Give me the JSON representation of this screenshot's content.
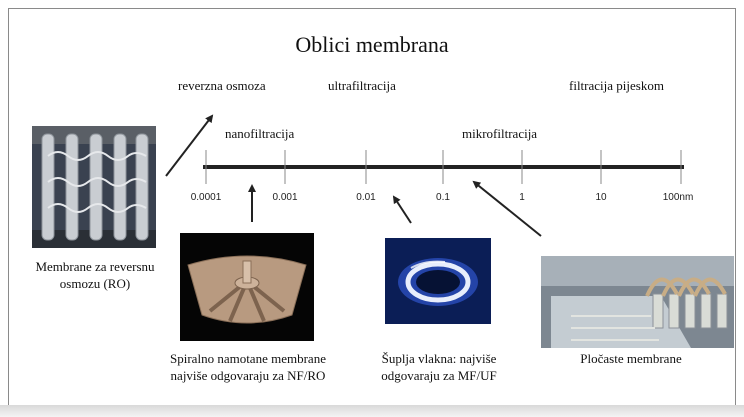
{
  "title": "Oblici membrana",
  "processes": {
    "reverse_osmosis": "reverzna osmoza",
    "ultrafiltration": "ultrafiltracija",
    "sand_filtration": "filtracija pijeskom",
    "nanofiltration": "nanofiltracija",
    "microfiltration": "mikrofiltracija"
  },
  "scale": {
    "ticks": [
      "0.0001",
      "0.001",
      "0.01",
      "0.1",
      "1",
      "10",
      "100nm"
    ]
  },
  "captions": {
    "ro_line1": "Membrane za reversnu",
    "ro_line2": "osmozu (RO)",
    "spiral_line1": "Spiralno namotane membrane",
    "spiral_line2": "najviše odgovaraju za NF/RO",
    "hollow_line1": "Šuplja vlakna: najviše",
    "hollow_line2": "odgovaraju za MF/UF",
    "plate_line1": "Pločaste membrane"
  },
  "colors": {
    "axis": "#222222",
    "frame": "#8a8a8a"
  }
}
